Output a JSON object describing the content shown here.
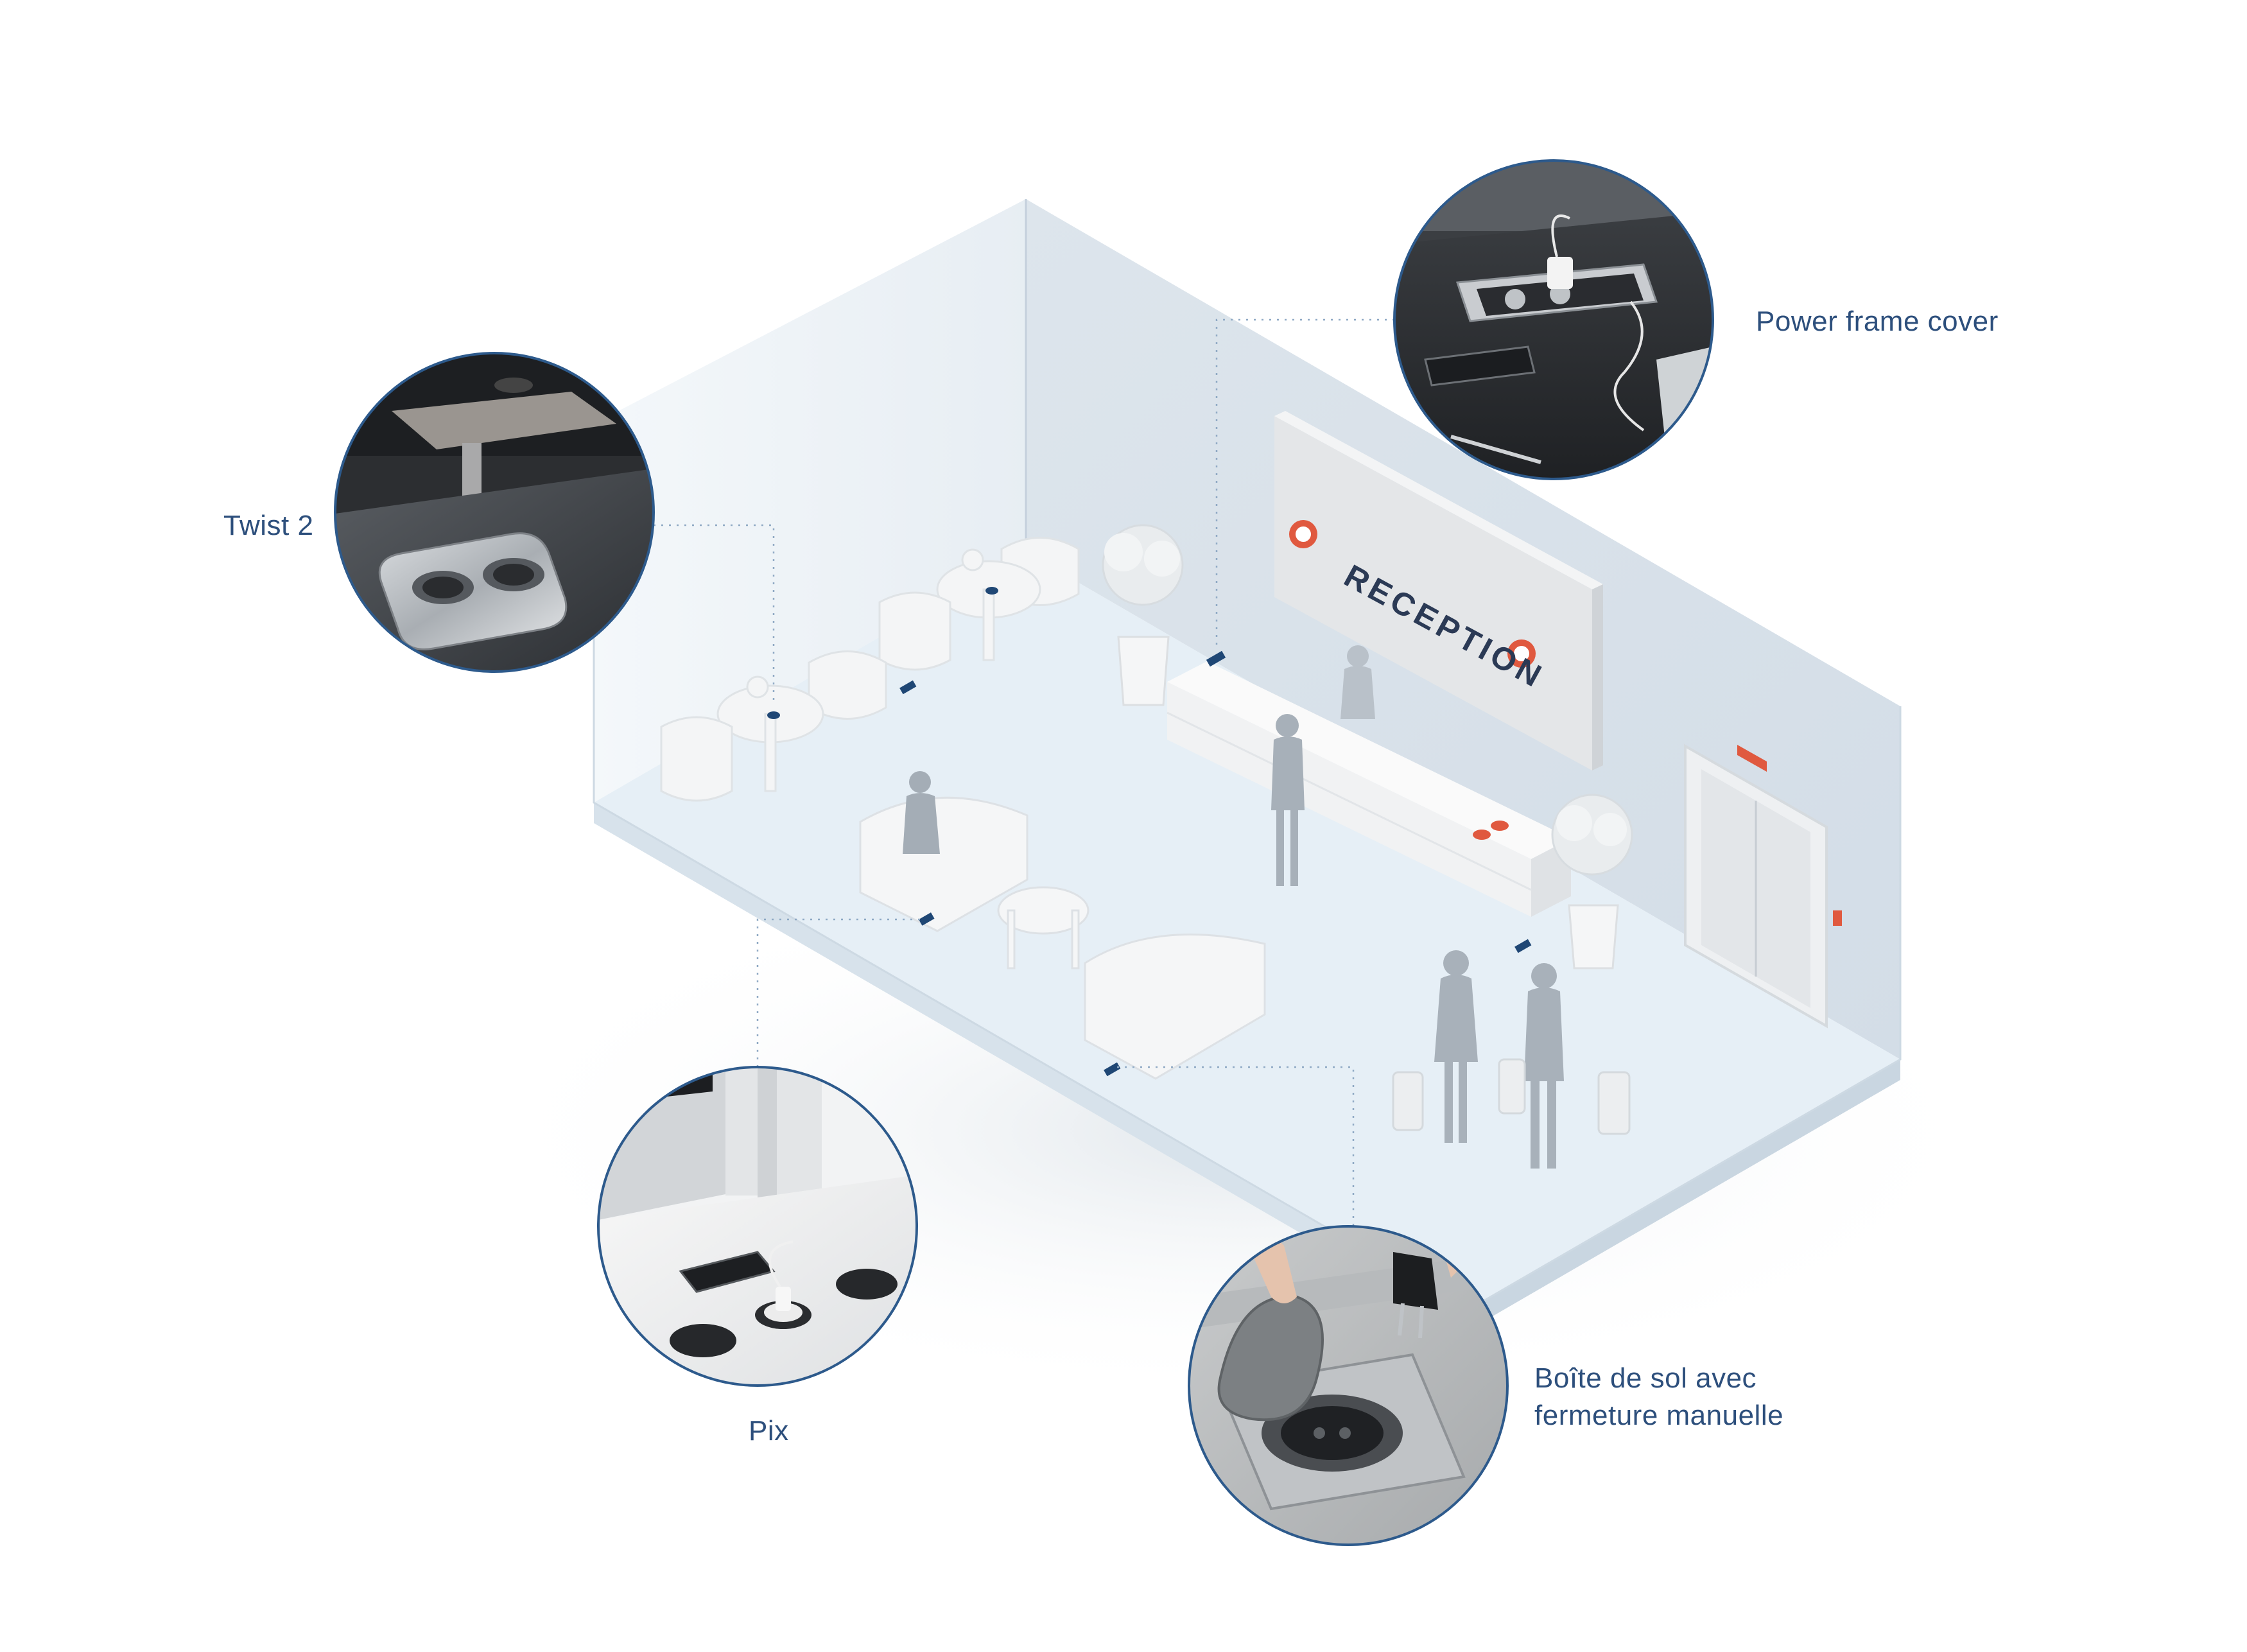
{
  "room": {
    "sign_text": "RECEPTION"
  },
  "products": {
    "twist": {
      "label": "Twist 2"
    },
    "power_frame": {
      "label": "Power frame cover"
    },
    "pix": {
      "label": "Pix"
    },
    "floor_box": {
      "label_line1": "Boîte de sol avec",
      "label_line2": "fermeture manuelle"
    }
  },
  "colors": {
    "label_text": "#2d4f7c",
    "callout_ring": "#2d5a8c",
    "socket_marker": "#1f4775",
    "accent_red": "#e0593f",
    "floor": "#e6eff6",
    "wall_back": "#d8e1ea"
  }
}
